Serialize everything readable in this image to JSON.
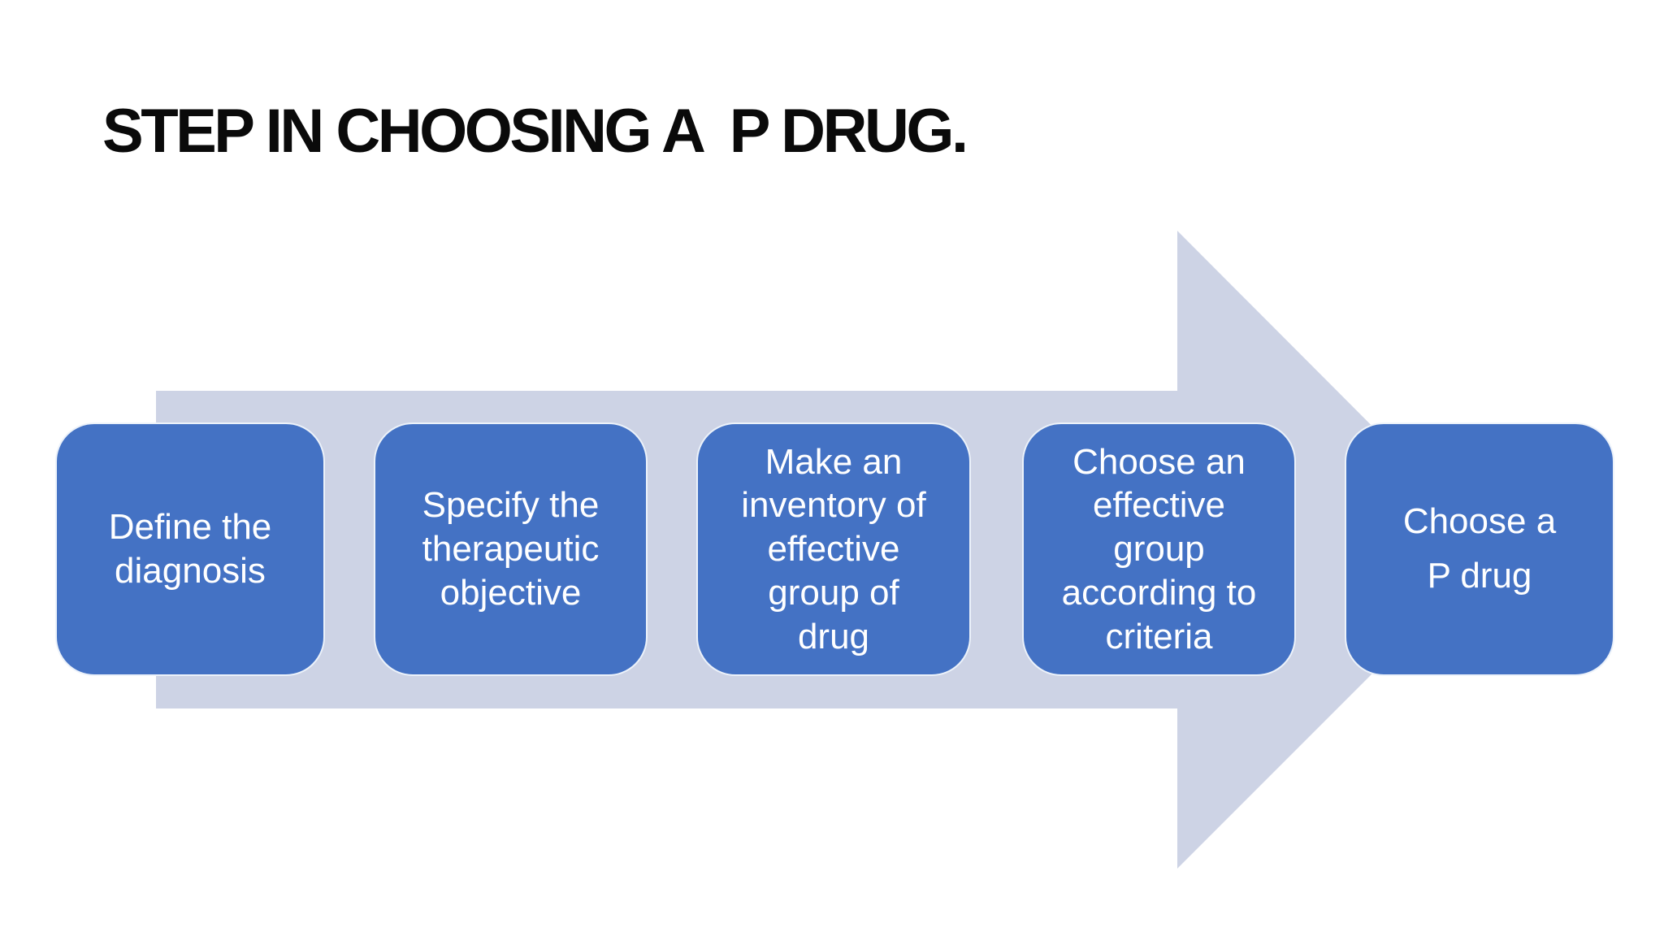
{
  "slide": {
    "title": "STEP IN CHOOSING A  P DRUG.",
    "colors": {
      "background": "#FFFFFF",
      "title_text": "#0A0A0A",
      "arrow_fill": "#CDD3E5",
      "box_fill": "#4472C4",
      "box_border": "#ECF2FA",
      "box_text": "#FFFFFF"
    },
    "steps": [
      {
        "label": "Define the\ndiagnosis"
      },
      {
        "label": "Specify the\ntherapeutic\nobjective"
      },
      {
        "label": "Make an\ninventory of\neffective\ngroup of\ndrug"
      },
      {
        "label": "Choose an\neffective\ngroup\naccording to\ncriteria"
      },
      {
        "label": "Choose a\nP drug"
      }
    ]
  }
}
